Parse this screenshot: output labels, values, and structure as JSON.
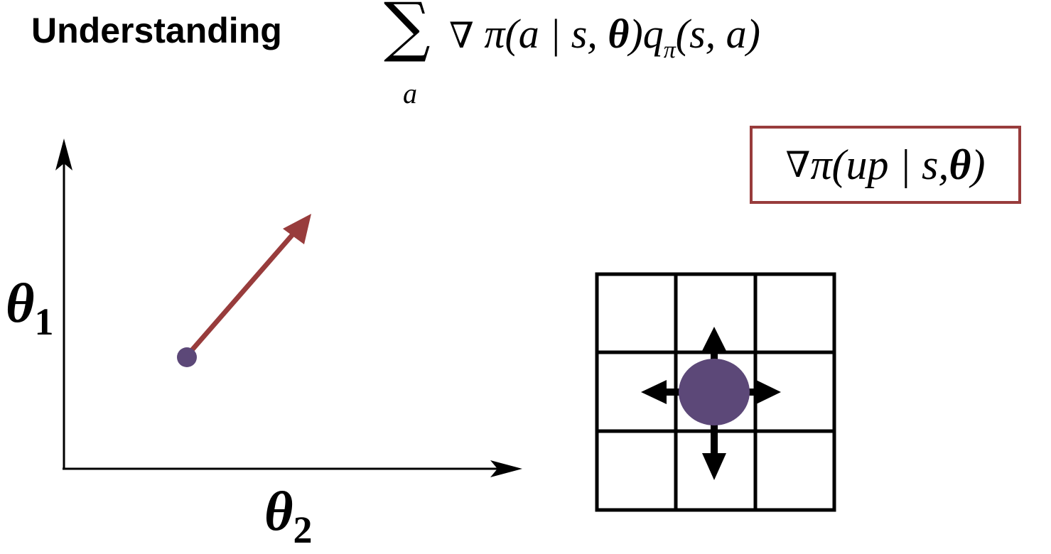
{
  "title": {
    "text": "Understanding"
  },
  "formula": {
    "sum_symbol": "∑",
    "sum_index": "a",
    "nabla": "∇",
    "pi_open": " π(a | s, ",
    "theta": "θ",
    "close_q": ")q",
    "q_sub": "π",
    "tail": "(s, a)"
  },
  "highlight_box": {
    "nabla": "∇",
    "pi_open": " π(up | s, ",
    "theta": "θ",
    "close": ")",
    "border_color": "#983c3c"
  },
  "axes": {
    "y_label": "θ",
    "y_index": "1",
    "x_label": "θ",
    "x_index": "2"
  },
  "colors": {
    "gradient_arrow": "#983c3c",
    "parameter_point": "#5c4878",
    "agent": "#5c4878",
    "grid_lines": "#000000"
  },
  "gridworld": {
    "rows": 3,
    "cols": 3,
    "agent_cell": "center",
    "action_arrows": [
      "up",
      "down",
      "left",
      "right"
    ]
  }
}
